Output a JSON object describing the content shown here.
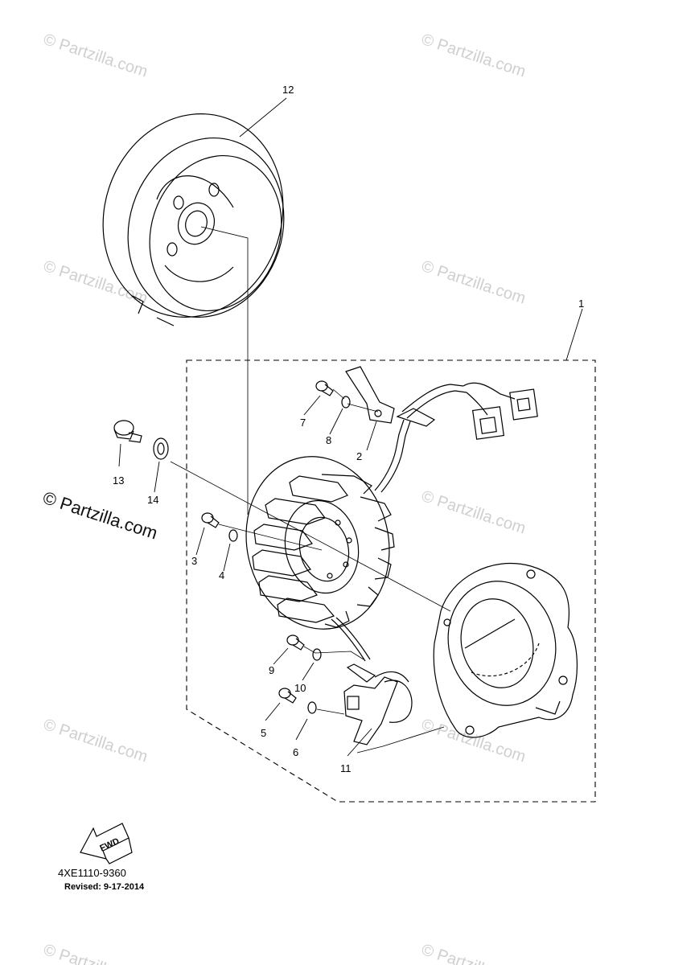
{
  "watermark": {
    "text": "© Partzilla.com"
  },
  "copyright": {
    "text": "© Partzilla.com"
  },
  "callouts": {
    "c1": "1",
    "c2": "2",
    "c3": "3",
    "c4": "4",
    "c5": "5",
    "c6": "6",
    "c7": "7",
    "c8": "8",
    "c9": "9",
    "c10": "10",
    "c11": "11",
    "c12": "12",
    "c13": "13",
    "c14": "14"
  },
  "fwd": {
    "label": "FWD"
  },
  "footer": {
    "part_code": "4XE1110-9360",
    "revised": "Revised: 9-17-2014"
  }
}
